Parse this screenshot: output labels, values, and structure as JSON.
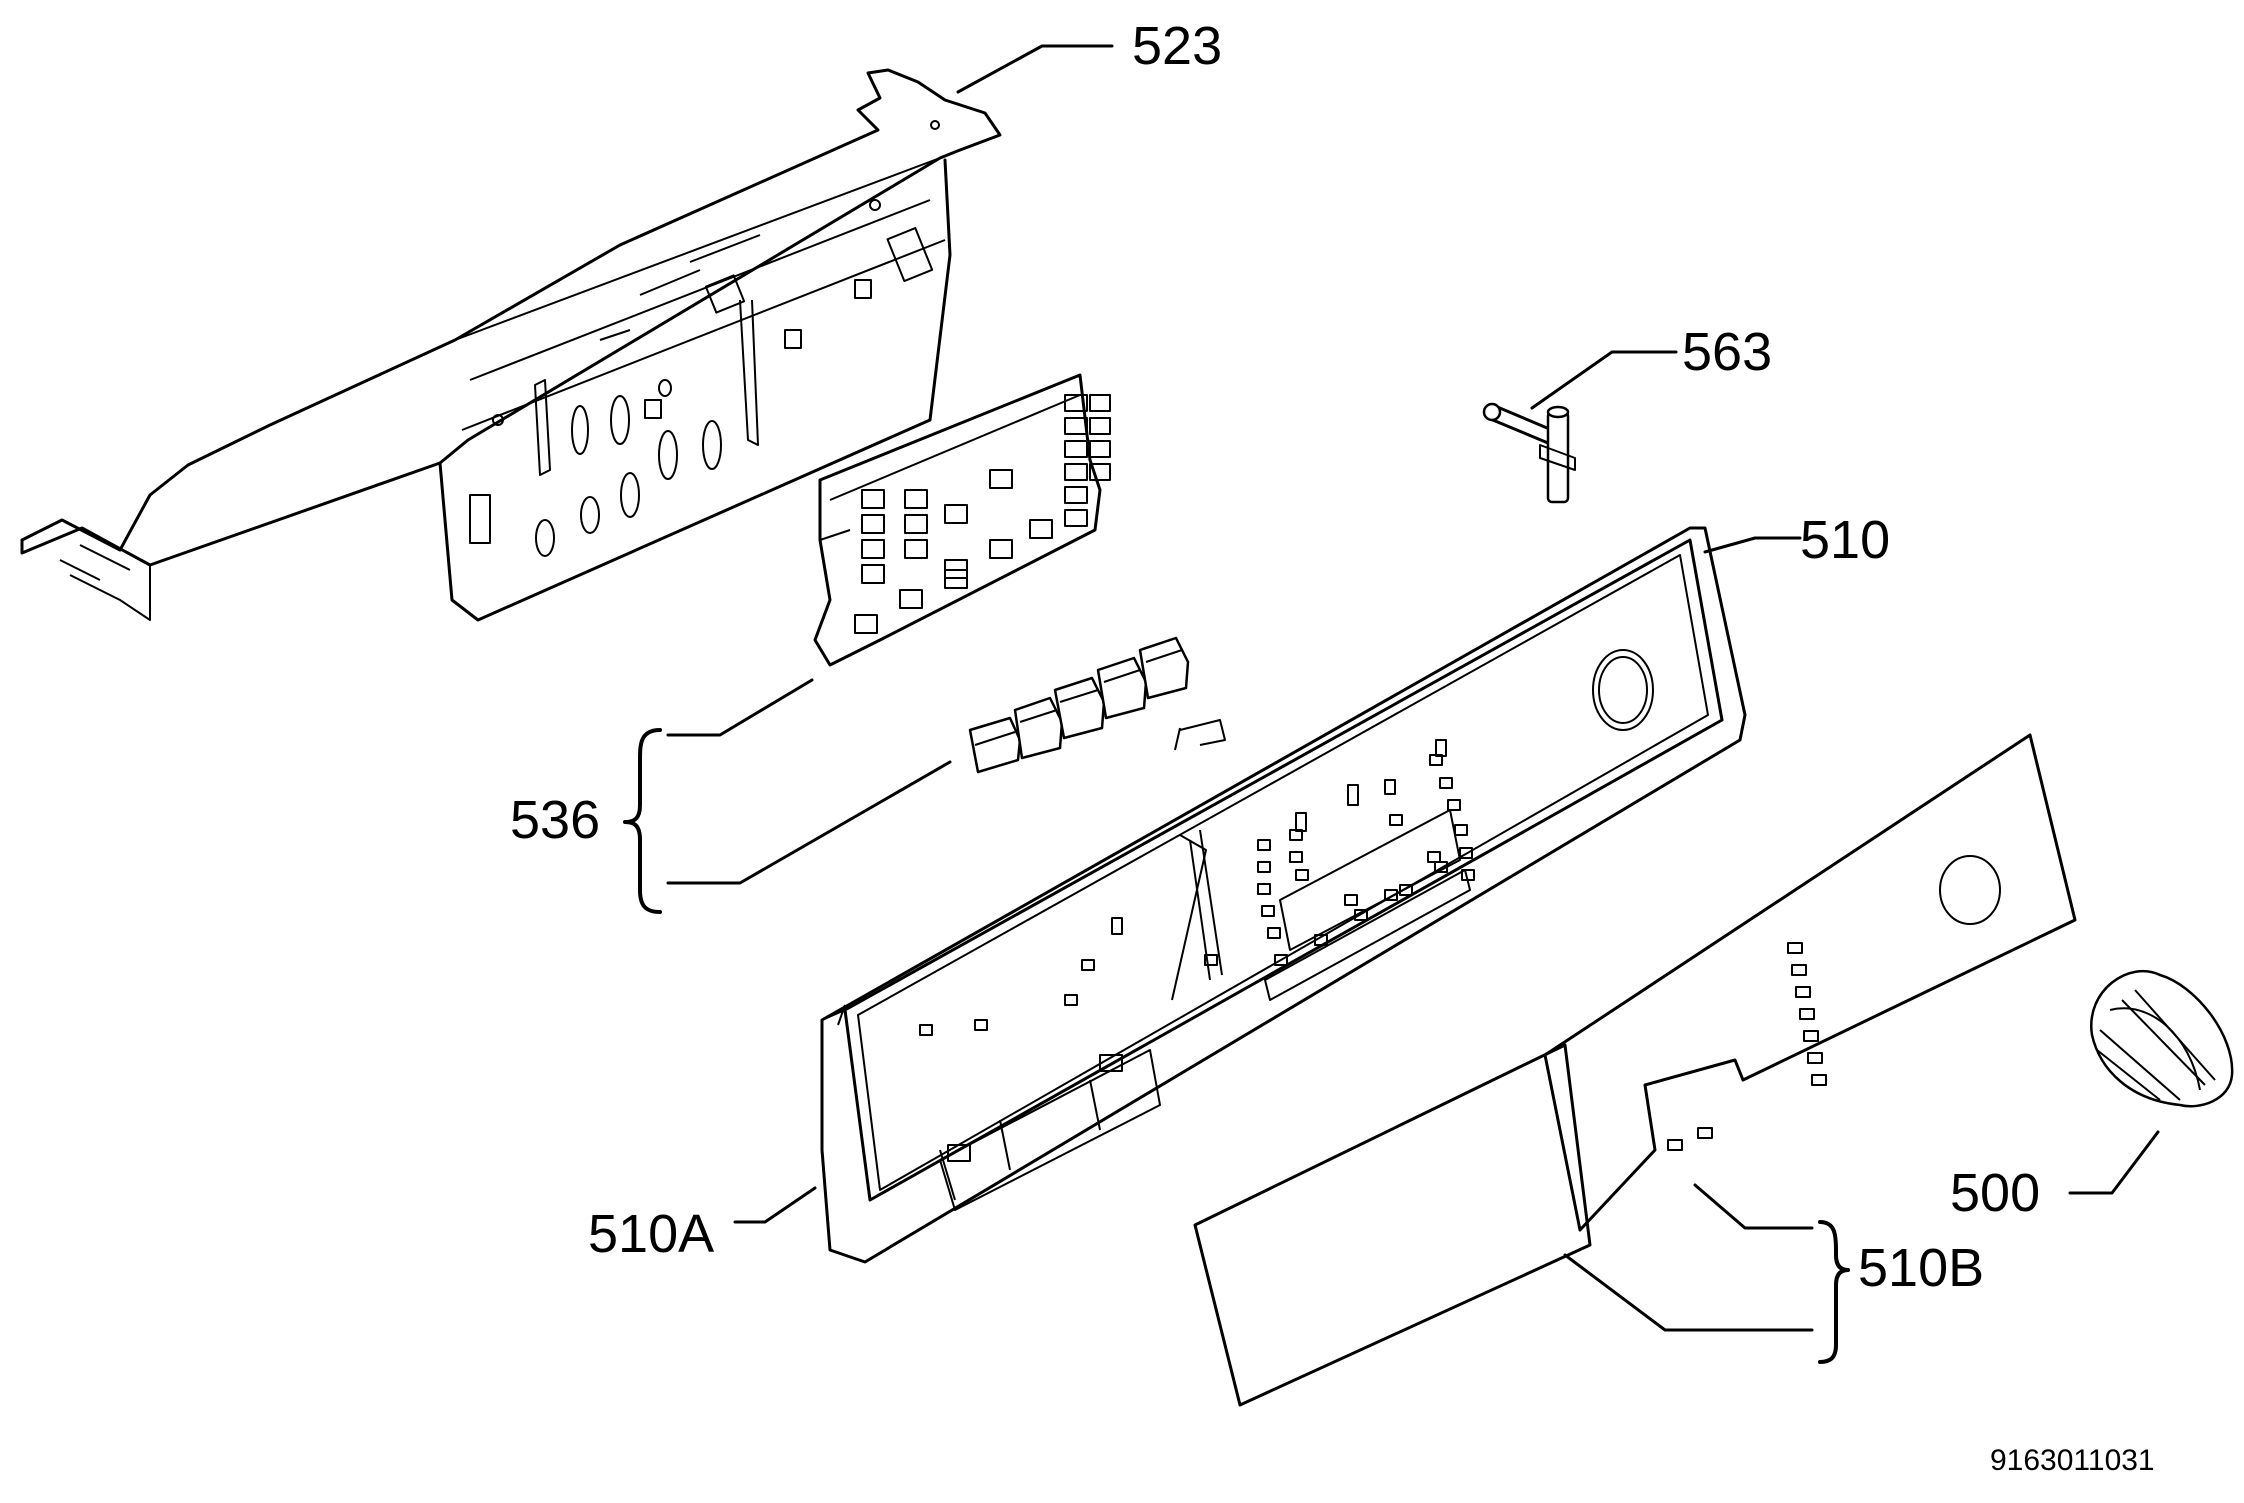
{
  "callouts": {
    "c523": "523",
    "c563": "563",
    "c510": "510",
    "c536": "536",
    "c500": "500",
    "c510A": "510A",
    "c510B": "510B"
  },
  "document_number": "9163011031"
}
